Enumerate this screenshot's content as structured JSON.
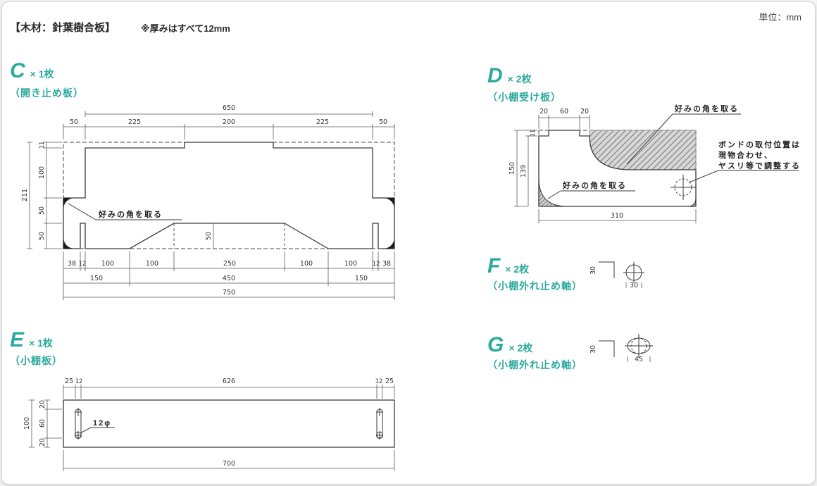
{
  "header": {
    "material_title": "【木材：針葉樹合板】",
    "thickness_note": "※厚みはすべて12mm",
    "unit_label": "単位：mm"
  },
  "colors": {
    "accent": "#2baa9e"
  },
  "parts": {
    "c": {
      "letter": "C",
      "count": "× 1枚",
      "name": "（開き止め板）",
      "note": "好みの角を取る",
      "dims": {
        "top_total": "650",
        "top": [
          "50",
          "225",
          "200",
          "225",
          "50"
        ],
        "left_total": "211",
        "left": [
          "11",
          "100",
          "50",
          "50"
        ],
        "arch_height": "50",
        "bottom1": [
          "38",
          "12",
          "100",
          "100",
          "250",
          "100",
          "100",
          "12",
          "38"
        ],
        "bottom2": [
          "150",
          "450",
          "150"
        ],
        "bottom_total": "750"
      }
    },
    "d": {
      "letter": "D",
      "count": "× 2枚",
      "name": "（小棚受け板）",
      "note_top": "好みの角を取る",
      "note_corner": "好みの角を取る",
      "note_right": [
        "ボンドの取付位置は",
        "現物合わせ、",
        "ヤスリ等で調整する"
      ],
      "dims": {
        "top": [
          "20",
          "60",
          "20"
        ],
        "left_total": "150",
        "left_inner": "139",
        "left_top": "11",
        "bottom_total": "310"
      }
    },
    "e": {
      "letter": "E",
      "count": "× 1枚",
      "name": "（小棚板）",
      "slot_note": "12φ",
      "dims": {
        "top": [
          "25",
          "12",
          "626",
          "12",
          "25"
        ],
        "left_total": "100",
        "left": [
          "20",
          "60",
          "20"
        ],
        "bottom_total": "700"
      }
    },
    "f": {
      "letter": "F",
      "count": "× 2枚",
      "name": "（小棚外れ止め軸）",
      "dims": {
        "height": "30",
        "width": "30"
      }
    },
    "g": {
      "letter": "G",
      "count": "× 2枚",
      "name": "（小棚外れ止め軸）",
      "dims": {
        "height": "30",
        "width": "45"
      }
    }
  }
}
